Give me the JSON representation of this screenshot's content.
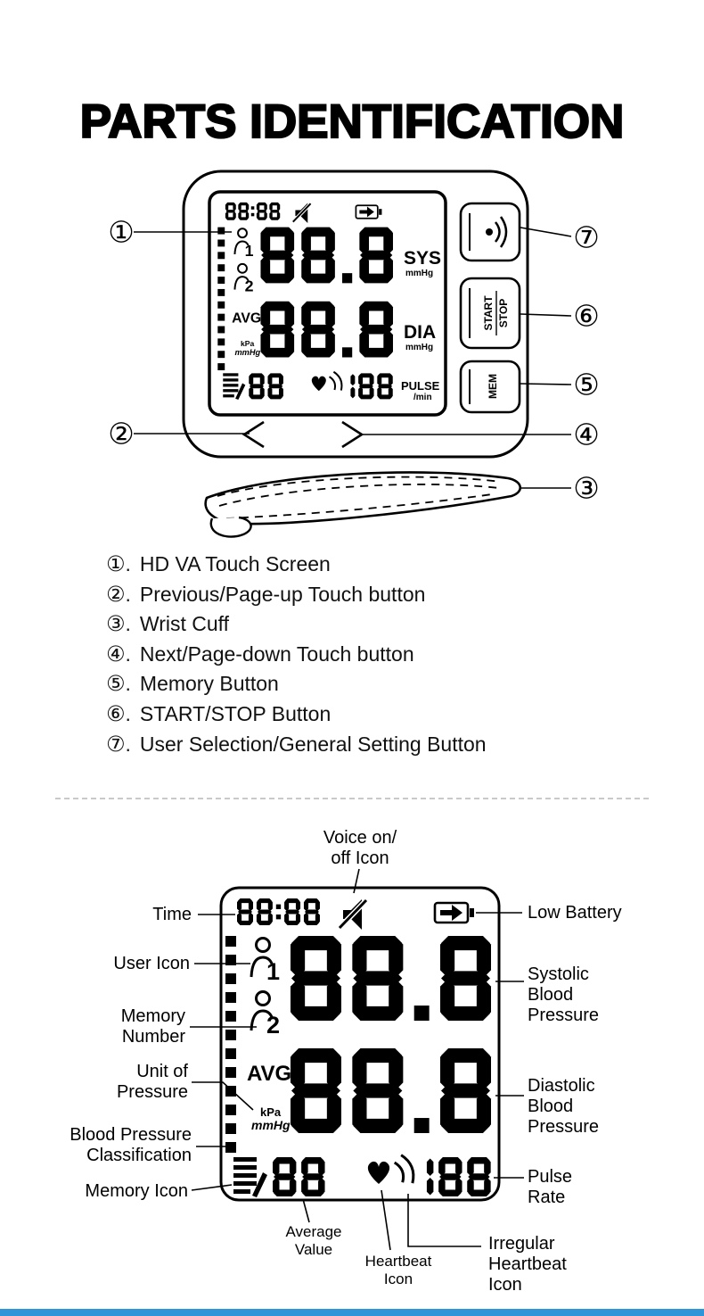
{
  "page": {
    "title": "PARTS IDENTIFICATION",
    "list_separator": "."
  },
  "colors": {
    "accent_bar": "#2e95d8"
  },
  "parts_list": [
    {
      "num": "①",
      "label": "HD VA Touch Screen"
    },
    {
      "num": "②",
      "label": "Previous/Page-up Touch button"
    },
    {
      "num": "③",
      "label": "Wrist Cuff"
    },
    {
      "num": "④",
      "label": "Next/Page-down Touch button"
    },
    {
      "num": "⑤",
      "label": "Memory Button"
    },
    {
      "num": "⑥",
      "label": "START/STOP Button"
    },
    {
      "num": "⑦",
      "label": "User Selection/General Setting Button"
    }
  ],
  "callouts": {
    "n1": "①",
    "n2": "②",
    "n3": "③",
    "n4": "④",
    "n5": "⑤",
    "n6": "⑥",
    "n7": "⑦"
  },
  "device": {
    "lcd": {
      "time": "88:88",
      "systolic": "88.8",
      "diastolic": "88.8",
      "memory_count": "88",
      "pulse": "188",
      "user1": "1",
      "user2": "2",
      "avg": "AVG",
      "kpa": "kPa",
      "mmhg": "mmHg",
      "sys_label": "SYS",
      "sys_unit": "mmHg",
      "dia_label": "DIA",
      "dia_unit": "mmHg",
      "pulse_label": "PULSE",
      "pulse_unit": "/min"
    },
    "buttons": {
      "start": "START",
      "stop": "STOP",
      "mem": "MEM"
    }
  },
  "lcd_diagram_labels": {
    "voice": [
      "Voice on/",
      "off Icon"
    ],
    "time": [
      "Time"
    ],
    "low_battery": [
      "Low Battery"
    ],
    "user_icon": [
      "User Icon"
    ],
    "memory_number": [
      "Memory",
      "Number"
    ],
    "unit_of_pressure": [
      "Unit of",
      "Pressure"
    ],
    "bp_classification": [
      "Blood Pressure",
      "Classification"
    ],
    "memory_icon": [
      "Memory Icon"
    ],
    "systolic": [
      "Systolic",
      "Blood",
      "Pressure"
    ],
    "diastolic": [
      "Diastolic",
      "Blood",
      "Pressure"
    ],
    "pulse_rate": [
      "Pulse",
      "Rate"
    ],
    "average_value": [
      "Average",
      "Value"
    ],
    "heartbeat_icon": [
      "Heartbeat",
      "Icon"
    ],
    "irregular": [
      "Irregular",
      "Heartbeat",
      "Icon"
    ]
  }
}
